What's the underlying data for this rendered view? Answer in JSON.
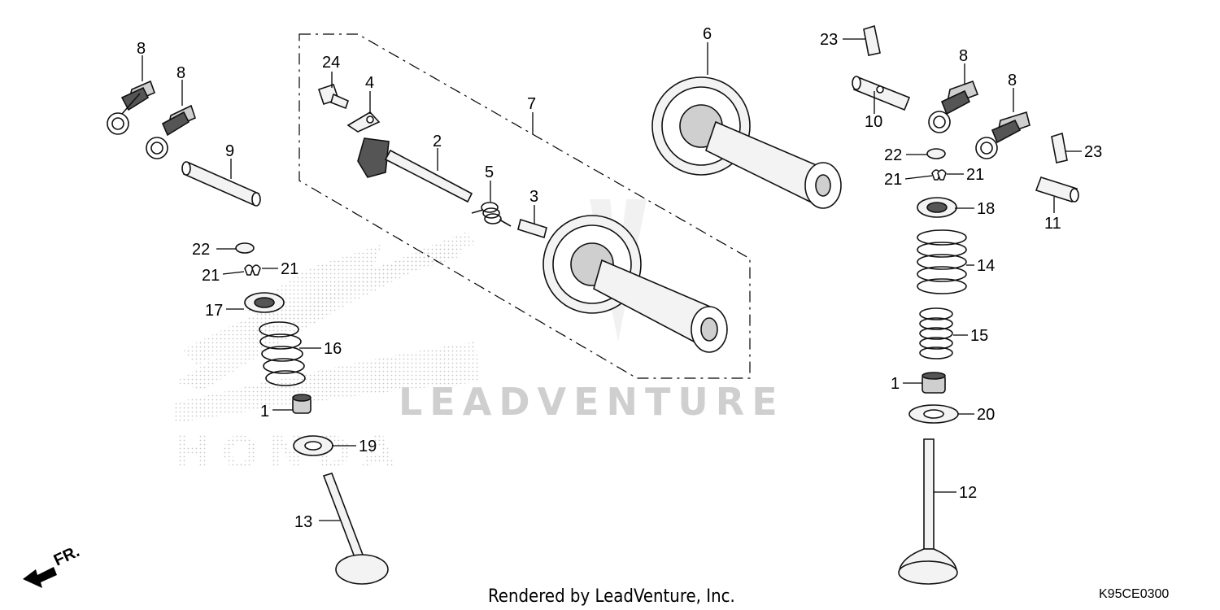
{
  "watermark": {
    "brand": "LEADVENTURE",
    "logo": "HONDA"
  },
  "footer": {
    "rendered_by": "Rendered by LeadVenture, Inc.",
    "diagram_code": "K95CE0300"
  },
  "direction": {
    "label": "FR."
  },
  "callouts": {
    "c1a": "1",
    "c1b": "1",
    "c2": "2",
    "c3": "3",
    "c4": "4",
    "c5": "5",
    "c6": "6",
    "c7": "7",
    "c8a": "8",
    "c8b": "8",
    "c8c": "8",
    "c8d": "8",
    "c9": "9",
    "c10": "10",
    "c11": "11",
    "c12": "12",
    "c13": "13",
    "c14": "14",
    "c15": "15",
    "c16": "16",
    "c17": "17",
    "c18": "18",
    "c19": "19",
    "c20": "20",
    "c21a": "21",
    "c21b": "21",
    "c21c": "21",
    "c21d": "21",
    "c22a": "22",
    "c22b": "22",
    "c23a": "23",
    "c23b": "23",
    "c24": "24"
  }
}
